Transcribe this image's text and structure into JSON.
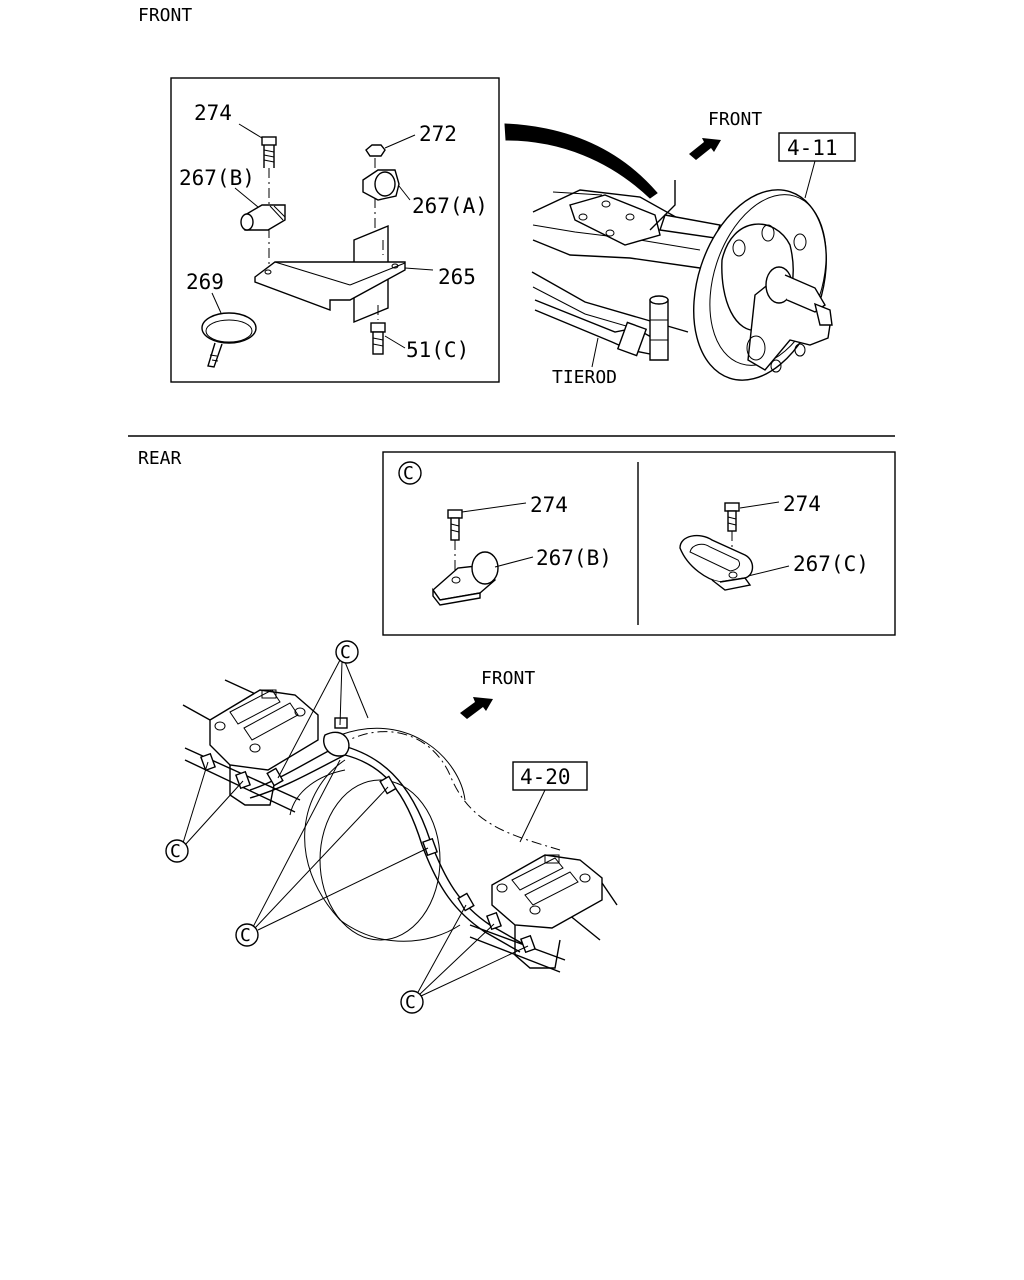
{
  "sections": {
    "front": "FRONT",
    "rear": "REAR"
  },
  "front_detail": {
    "bolt": "274",
    "nut": "272",
    "clip_b": "267(B)",
    "clip_a": "267(A)",
    "bracket": "265",
    "band": "269",
    "bolt_c": "51(C)"
  },
  "front_view": {
    "direction": "FRONT",
    "ref": "4-11",
    "tierod": "TIEROD"
  },
  "clip_legend": {
    "marker": "C",
    "left_bolt": "274",
    "left_clip": "267(B)",
    "right_bolt": "274",
    "right_clip": "267(C)"
  },
  "rear_view": {
    "direction": "FRONT",
    "ref": "4-20",
    "marker": "C"
  }
}
